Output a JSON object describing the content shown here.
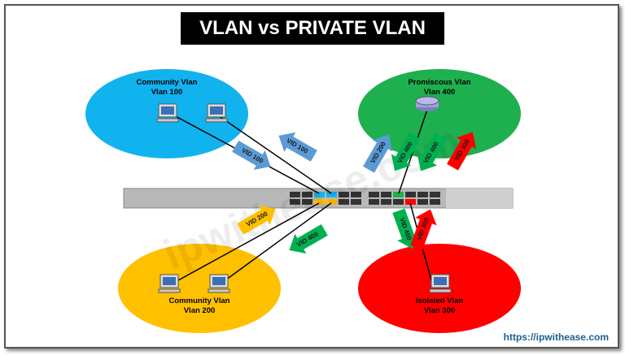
{
  "title": "VLAN vs PRIVATE VLAN",
  "url": "https://ipwithease.com",
  "watermark": "ipwithease.com",
  "colors": {
    "community_100": "#11b3ef",
    "promiscuous": "#1eb04f",
    "community_200": "#ffc000",
    "isolated": "#ff0000",
    "vid_blue": "#5b9bd5",
    "vid_green": "#00b050",
    "vid_red": "#ff0000",
    "vid_yellow": "#ffc000"
  },
  "vlans": [
    {
      "name": "Community Vlan",
      "id": "Vlan 100",
      "color": "#11b3ef",
      "device": "pc-icon"
    },
    {
      "name": "Promiscous Vlan",
      "id": "Vlan 400",
      "color": "#1eb04f",
      "device": "router-icon"
    },
    {
      "name": "Community Vlan",
      "id": "Vlan 200",
      "color": "#ffc000",
      "device": "pc-icon"
    },
    {
      "name": "Isolated Vlan",
      "id": "Vlan 300",
      "color": "#ff0000",
      "device": "pc-icon"
    }
  ],
  "arrows": [
    {
      "label": "VID 100",
      "color": "#5b9bd5"
    },
    {
      "label": "VID 100",
      "color": "#5b9bd5"
    },
    {
      "label": "VID 200",
      "color": "#5b9bd5"
    },
    {
      "label": "VID 400",
      "color": "#00b050"
    },
    {
      "label": "VID 400",
      "color": "#00b050"
    },
    {
      "label": "VID 300",
      "color": "#ff0000"
    },
    {
      "label": "VID 200",
      "color": "#ffc000"
    },
    {
      "label": "VID 400",
      "color": "#00b050"
    },
    {
      "label": "VID 400",
      "color": "#00b050"
    },
    {
      "label": "VID 300",
      "color": "#ff0000"
    }
  ]
}
